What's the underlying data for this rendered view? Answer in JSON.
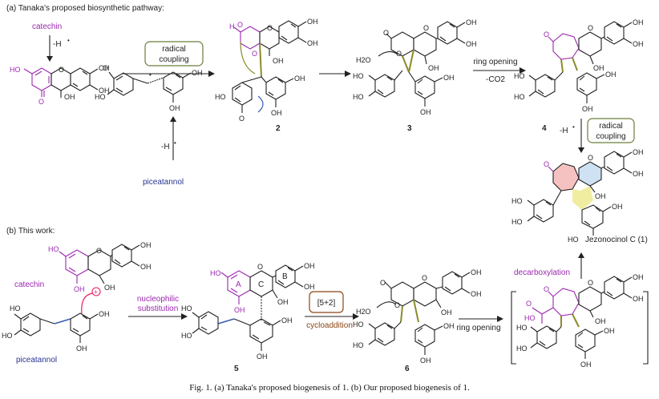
{
  "section_a": "(a) Tanaka's proposed biosynthetic pathway:",
  "section_b": "(b) This work:",
  "labels": {
    "catechin": "catechin",
    "piceatannol": "piceatannol",
    "h_abstraction": "-H",
    "radical_coupling_line1": "radical",
    "radical_coupling_line2": "coupling",
    "ring_opening": "ring opening",
    "minus_co2": "-CO2",
    "nucleophilic_line1": "nucleophilic",
    "nucleophilic_line2": "substitution",
    "cycloaddition_box": "[5+2]",
    "cycloaddition": "cycloaddition",
    "decarboxylation": "decarboxylation",
    "product_name": "Jezonocinol C (1)",
    "ring_a": "A",
    "ring_b": "B",
    "ring_c": "C"
  },
  "compounds": [
    "2",
    "3",
    "4",
    "5",
    "6"
  ],
  "atoms": {
    "ho": "HO",
    "oh": "OH",
    "o": "O",
    "h2o": "H2O",
    "h": "H"
  },
  "caption": "Fig. 1. (a) Tanaka's proposed biogenesis of 1. (b) Our proposed biogenesis of 1.",
  "colors": {
    "catechin_magenta": "#9c27b0",
    "piceatannol_blue": "#283593",
    "bond_olive": "#8b8b2a",
    "box_green": "#6b7d3a",
    "box_brown": "#8b4513",
    "ring_pink": "#f6c1c1",
    "ring_blue": "#cfe2f3",
    "ring_yellow": "#f1eda0"
  }
}
